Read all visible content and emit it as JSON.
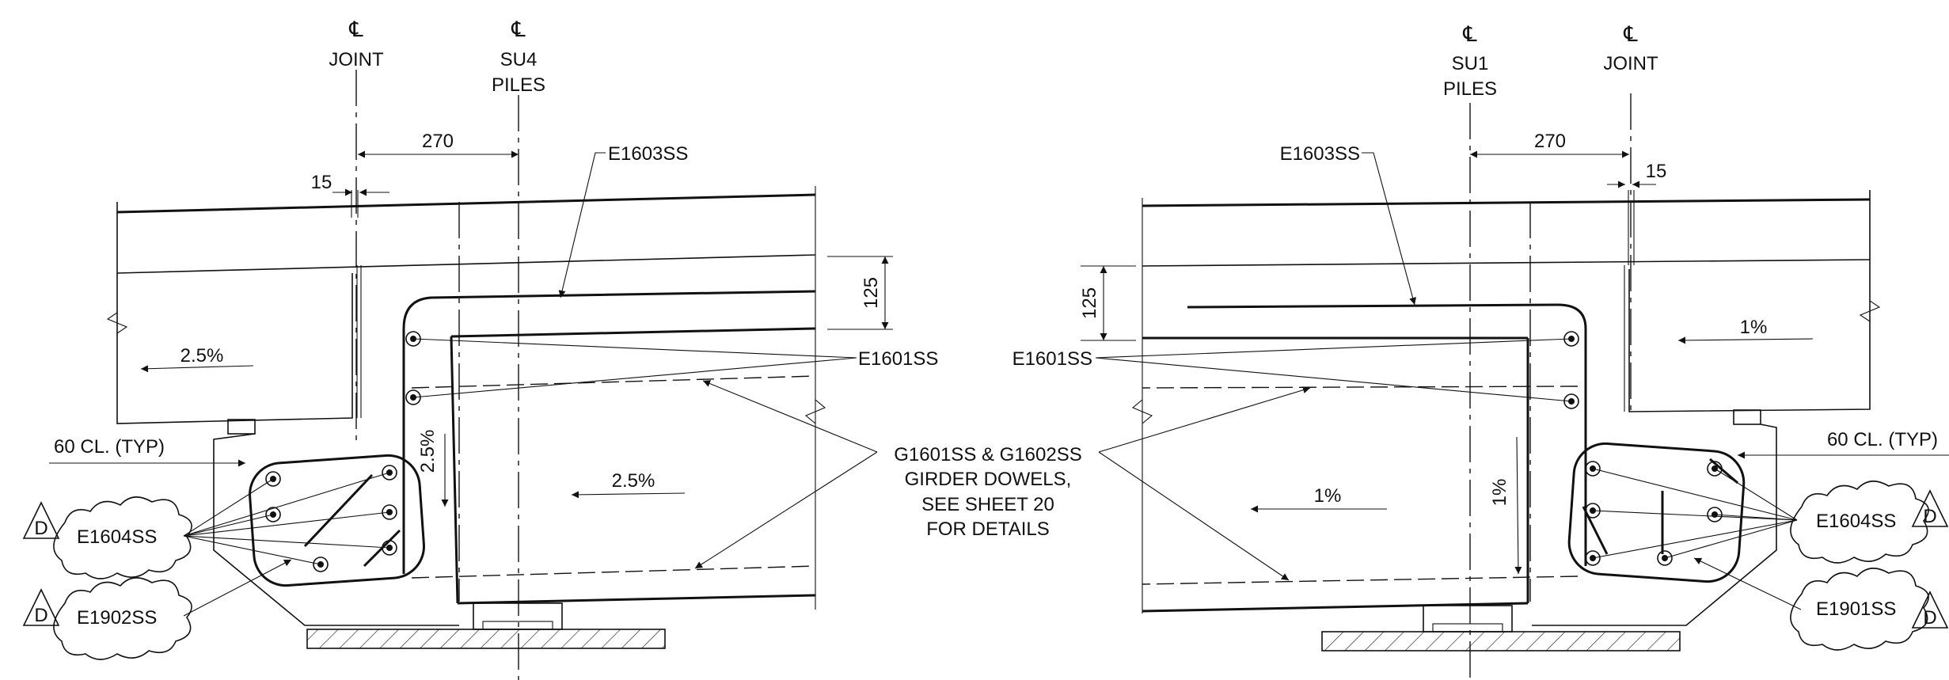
{
  "left": {
    "cl_joint": {
      "symbol": "℄",
      "label": "JOINT"
    },
    "cl_piles": {
      "symbol": "℄",
      "line1": "SU4",
      "line2": "PILES"
    },
    "dim_270": "270",
    "dim_15": "15",
    "dim_125": "125",
    "slope_deck": "2.5%",
    "slope_vert": "2.5%",
    "slope_girder": "2.5%",
    "bar_e1603": "E1603SS",
    "bar_e1601": "E1601SS",
    "cover": "60 CL. (TYP)",
    "bar_e1604": "E1604SS",
    "bar_e1902": "E1902SS",
    "rev_tag": "D"
  },
  "center_note": {
    "line1": "G1601SS & G1602SS",
    "line2": "GIRDER DOWELS,",
    "line3": "SEE SHEET 20",
    "line4": "FOR DETAILS"
  },
  "right": {
    "cl_piles": {
      "symbol": "℄",
      "line1": "SU1",
      "line2": "PILES"
    },
    "cl_joint": {
      "symbol": "℄",
      "label": "JOINT"
    },
    "dim_270": "270",
    "dim_15": "15",
    "dim_125": "125",
    "slope_deck": "1%",
    "slope_vert": "1%",
    "slope_girder": "1%",
    "bar_e1603": "E1603SS",
    "bar_e1601": "E1601SS",
    "cover": "60 CL. (TYP)",
    "bar_e1604": "E1604SS",
    "bar_e1901": "E1901SS",
    "rev_tag": "D"
  }
}
